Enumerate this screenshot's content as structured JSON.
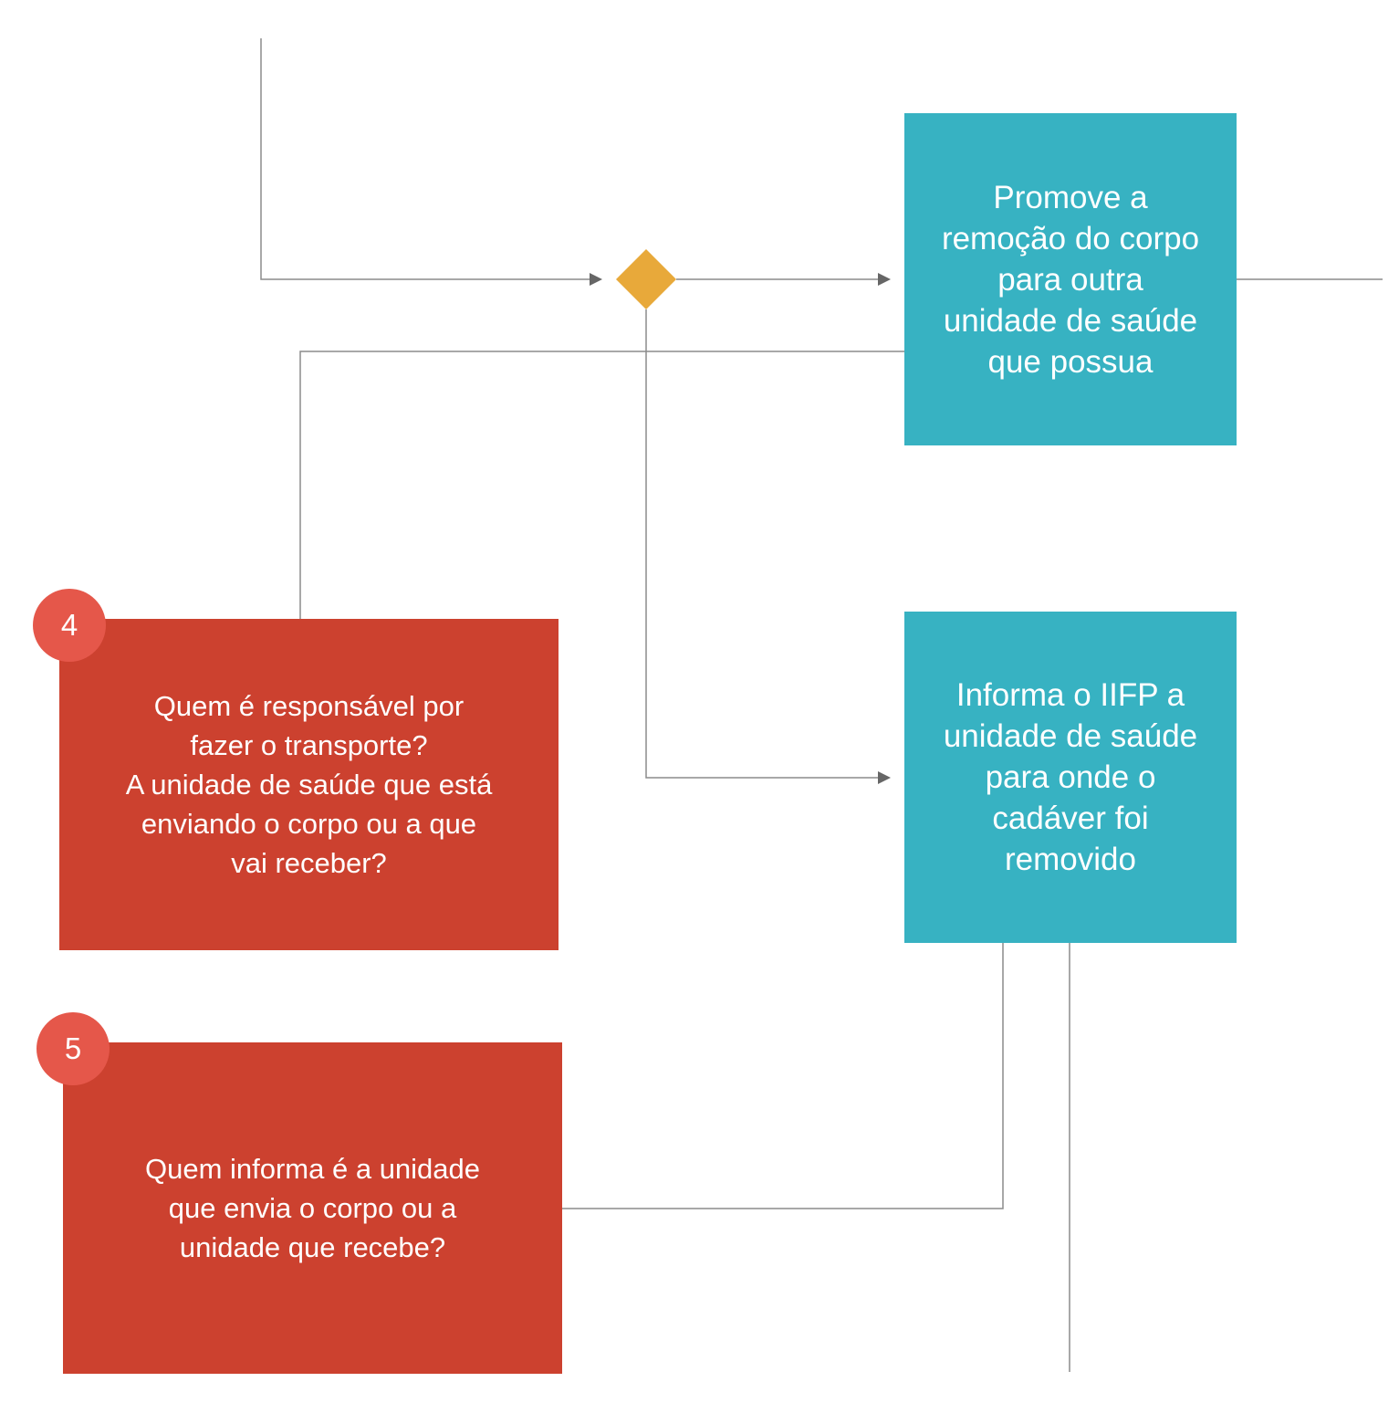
{
  "colors": {
    "process_fill": "#37b2c2",
    "question_fill": "#cc412f",
    "badge_fill": "#e5574a",
    "gateway_fill": "#e8a93a",
    "connector": "#8c8c8c",
    "text": "#ffffff"
  },
  "process_boxes": [
    {
      "text": "Promove a\nremoção do corpo\npara outra\nunidade de saúde\nque possua"
    },
    {
      "text": "Informa o IIFP a\nunidade de saúde\npara onde o\ncadáver foi\nremovido"
    }
  ],
  "questions": [
    {
      "badge": "4",
      "text": "Quem é responsável por\nfazer o transporte?\nA unidade de saúde que está\nenviando o corpo ou a que\nvai receber?"
    },
    {
      "badge": "5",
      "text": "Quem informa é a unidade\nque envia o corpo ou a\nunidade que recebe?"
    }
  ],
  "gateway": {
    "shape": "diamond",
    "icon": "decision-diamond-icon"
  }
}
